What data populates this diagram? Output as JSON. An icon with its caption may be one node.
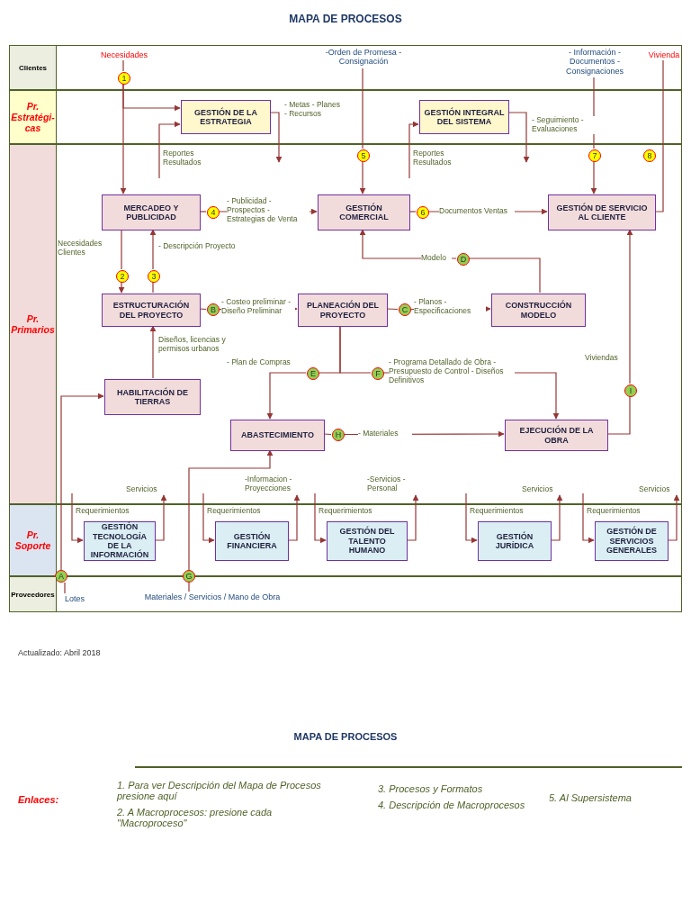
{
  "diagram": {
    "title": "MAPA DE PROCESOS",
    "nodes": [
      {
        "text": [
          "Clientes"
        ]
      },
      {
        "text": [
          "Necesidades"
        ],
        "in": 0
      },
      {
        "text": [
          "1"
        ],
        "in": 0
      },
      {
        "text": [
          "-Orden de Promesa -Consignación"
        ],
        "in": 0
      },
      {
        "text": [
          "- Información - Documentos - Consignaciones"
        ],
        "in": 0
      },
      {
        "text": [
          "Vivienda"
        ],
        "in": 0
      },
      {
        "text": [
          "Pr. Estratégi-cas"
        ]
      },
      {
        "text": [
          "GESTIÓN DE LA ESTRATEGIA"
        ],
        "in": 6
      },
      {
        "text": [
          "GESTIÓN INTEGRAL DEL SISTEMA"
        ],
        "in": 6
      },
      {
        "text": [
          "Pr. Primarios"
        ]
      },
      {
        "text": [
          "5"
        ],
        "in": 9
      },
      {
        "text": [
          "7"
        ],
        "in": 9
      },
      {
        "text": [
          "8"
        ],
        "in": 9
      },
      {
        "text": [
          "MERCADEO Y PUBLICIDAD"
        ],
        "in": 9
      },
      {
        "text": [
          "4"
        ],
        "in": 9
      },
      {
        "text": [
          "GESTIÓN COMERCIAL"
        ],
        "in": 9
      },
      {
        "text": [
          "6"
        ],
        "in": 9
      },
      {
        "text": [
          "GESTIÓN DE SERVICIO AL CLIENTE"
        ],
        "in": 9
      },
      {
        "text": [
          "2"
        ],
        "in": 9
      },
      {
        "text": [
          "3"
        ],
        "in": 9
      },
      {
        "text": [
          "D"
        ],
        "in": 9
      },
      {
        "text": [
          "ESTRUCTURACIÓN DEL PROYECTO"
        ],
        "in": 9
      },
      {
        "text": [
          "B"
        ],
        "in": 9
      },
      {
        "text": [
          "PLANEACIÓN DEL PROYECTO"
        ],
        "in": 9
      },
      {
        "text": [
          "C"
        ],
        "in": 9
      },
      {
        "text": [
          "CONSTRUCCIÓN MODELO"
        ],
        "in": 9
      },
      {
        "text": [
          "HABILITACIÓN DE TIERRAS"
        ],
        "in": 9
      },
      {
        "text": [
          "E"
        ],
        "in": 9
      },
      {
        "text": [
          "F"
        ],
        "in": 9
      },
      {
        "text": [
          "I"
        ],
        "in": 9
      },
      {
        "text": [
          "ABASTECIMIENTO"
        ],
        "in": 9
      },
      {
        "text": [
          "H"
        ],
        "in": 9
      },
      {
        "text": [
          "EJECUCIÓN DE LA OBRA"
        ],
        "in": 9
      },
      {
        "text": [
          "Pr. Soporte"
        ]
      },
      {
        "text": [
          "GESTIÓN TECNOLOGÍA DE LA INFORMACIÓN"
        ],
        "in": 33
      },
      {
        "text": [
          "GESTIÓN FINANCIERA"
        ],
        "in": 33
      },
      {
        "text": [
          "GESTIÓN DEL TALENTO HUMANO"
        ],
        "in": 33
      },
      {
        "text": [
          "GESTIÓN JURÍDICA"
        ],
        "in": 33
      },
      {
        "text": [
          "GESTIÓN DE SERVICIOS GENERALES"
        ],
        "in": 33
      },
      {
        "text": [
          "A"
        ]
      },
      {
        "text": [
          "G"
        ]
      },
      {
        "text": [
          "Proveedores"
        ]
      },
      {
        "text": [
          "Lotes"
        ],
        "in": 41
      },
      {
        "text": [
          "Materiales / Servicios / Mano de Obra"
        ],
        "in": 41
      }
    ],
    "edges": [
      {
        "from": 1,
        "to": 2,
        "arrow": "none"
      },
      {
        "from": 2,
        "to": 7,
        "arrow": "to"
      },
      {
        "from": 2,
        "to": 13,
        "arrow": "to"
      },
      {
        "from": null,
        "to": 7,
        "arrow": "to",
        "label": "Reportes Resultados"
      },
      {
        "from": 7,
        "to": null,
        "arrow": "to",
        "label": "- Metas - Planes - Recursos"
      },
      {
        "from": null,
        "to": 8,
        "arrow": "to",
        "label": "Reportes Resultados"
      },
      {
        "from": 8,
        "to": null,
        "arrow": "to",
        "label": "- Seguimiento - Evaluaciones"
      },
      {
        "from": 3,
        "to": 10,
        "arrow": "none"
      },
      {
        "from": 10,
        "to": 15,
        "arrow": "to"
      },
      {
        "from": 4,
        "to": 11,
        "arrow": "none"
      },
      {
        "from": 11,
        "to": 17,
        "arrow": "to"
      },
      {
        "from": 17,
        "to": 5,
        "arrow": "none"
      },
      {
        "from": 13,
        "to": 14,
        "arrow": "none"
      },
      {
        "from": 14,
        "to": 15,
        "arrow": "to",
        "label": "- Publicidad - Prospectos - Estrategias de Venta"
      },
      {
        "from": 15,
        "to": 16,
        "arrow": "none"
      },
      {
        "from": 16,
        "to": 17,
        "arrow": "to",
        "label": "Documentos Ventas"
      },
      {
        "from": 13,
        "to": 18,
        "arrow": "none",
        "label": "Necesidades Clientes"
      },
      {
        "from": 18,
        "to": 21,
        "arrow": "to"
      },
      {
        "from": 21,
        "to": 19,
        "arrow": "none"
      },
      {
        "from": 19,
        "to": 13,
        "arrow": "to",
        "label": "- Descripción Proyecto"
      },
      {
        "from": 21,
        "to": 22,
        "arrow": "none"
      },
      {
        "from": 22,
        "to": 23,
        "arrow": "to",
        "label": "- Costeo preliminar -Diseño Preliminar"
      },
      {
        "from": 23,
        "to": 24,
        "arrow": "none"
      },
      {
        "from": 24,
        "to": 25,
        "arrow": "to",
        "label": "- Planos -Especificaciones"
      },
      {
        "from": 25,
        "to": 20,
        "arrow": "none"
      },
      {
        "from": 20,
        "to": 15,
        "arrow": "to",
        "label": "Modelo"
      },
      {
        "from": 26,
        "to": 21,
        "arrow": "to",
        "label": "Diseños, licencias y permisos urbanos"
      },
      {
        "from": 23,
        "to": 27,
        "arrow": "none"
      },
      {
        "from": 27,
        "to": 30,
        "arrow": "to",
        "label": "- Plan de Compras"
      },
      {
        "from": 23,
        "to": 28,
        "arrow": "none"
      },
      {
        "from": 28,
        "to": 32,
        "arrow": "to",
        "label": "- Programa Detallado de Obra - Presupuesto de Control - Diseños Definitivos"
      },
      {
        "from": 30,
        "to": 31,
        "arrow": "none"
      },
      {
        "from": 31,
        "to": 32,
        "arrow": "to",
        "label": "- Materiales"
      },
      {
        "from": 32,
        "to": 29,
        "arrow": "none"
      },
      {
        "from": 29,
        "to": 17,
        "arrow": "to",
        "label": "Viviendas"
      },
      {
        "from": 42,
        "to": 39,
        "arrow": "none"
      },
      {
        "from": 39,
        "to": 26,
        "arrow": "to"
      },
      {
        "from": 43,
        "to": 40,
        "arrow": "none"
      },
      {
        "from": 40,
        "to": 30,
        "arrow": "to"
      },
      {
        "from": null,
        "to": 34,
        "arrow": "to",
        "label": "Requerimientos"
      },
      {
        "from": 34,
        "to": null,
        "arrow": "to",
        "label": "Servicios"
      },
      {
        "from": null,
        "to": 35,
        "arrow": "to",
        "label": "Requerimientos"
      },
      {
        "from": 35,
        "to": null,
        "arrow": "to",
        "label": "-Informacion -Proyecciones"
      },
      {
        "from": null,
        "to": 36,
        "arrow": "to",
        "label": "Requerimientos"
      },
      {
        "from": 36,
        "to": null,
        "arrow": "to",
        "label": "-Servicios - Personal"
      },
      {
        "from": null,
        "to": 37,
        "arrow": "to",
        "label": "Requerimientos"
      },
      {
        "from": 37,
        "to": null,
        "arrow": "to",
        "label": "Servicios"
      },
      {
        "from": null,
        "to": 38,
        "arrow": "to",
        "label": "Requerimientos"
      },
      {
        "from": 38,
        "to": null,
        "arrow": "to",
        "label": "Servicios"
      }
    ],
    "labels": [
      "Actualizado: Abril 2018",
      "MAPA DE PROCESOS",
      "Enlaces:",
      "1. Para ver Descripción del Mapa de Procesos presione aquí",
      "2. A Macroprocesos: presione cada \"Macroproceso\"",
      "3. Procesos y Formatos",
      "4. Descripción de Macroprocesos",
      "5. Al Supersistema"
    ]
  }
}
